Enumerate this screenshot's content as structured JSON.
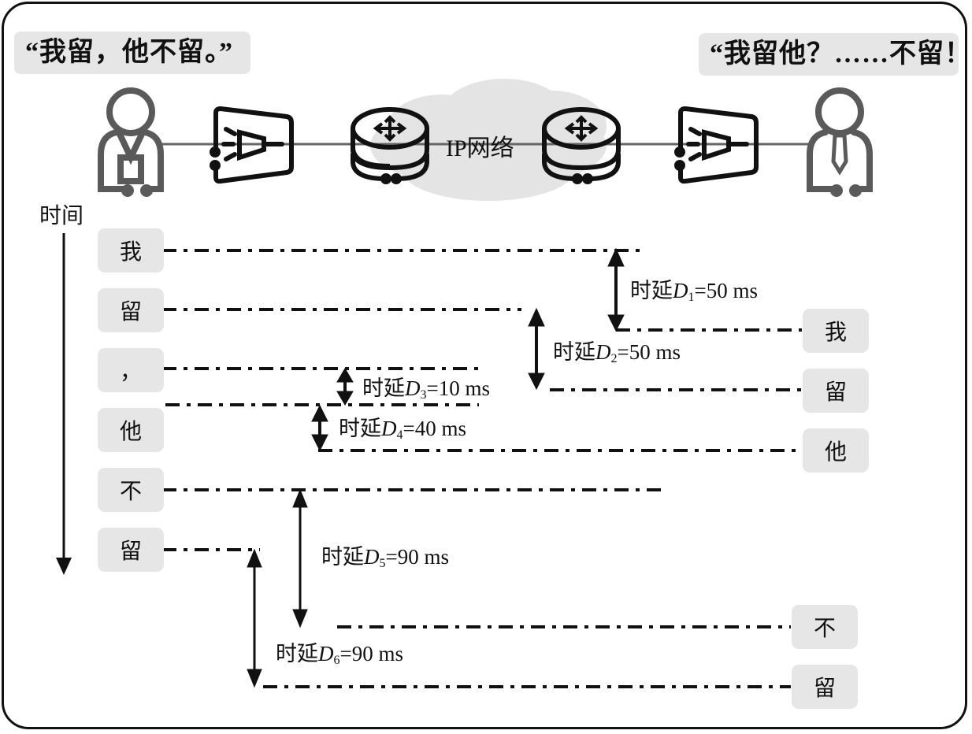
{
  "speech": {
    "sender_quote": "“我留，他不留。”",
    "receiver_quote": "“我留他？……不留！”"
  },
  "network": {
    "cloud_label": "IP网络",
    "icons": [
      "sender-person-icon",
      "sender-codec-icon",
      "router-icon",
      "router-icon",
      "receiver-codec-icon",
      "receiver-person-icon"
    ]
  },
  "axis": {
    "time_label": "时间"
  },
  "sent_words": [
    "我",
    "留",
    "，",
    "他",
    "不",
    "留"
  ],
  "received_words": [
    "我",
    "留",
    "他",
    "不",
    "留"
  ],
  "delays": [
    {
      "prefix": "时延",
      "var": "D",
      "sub": "1",
      "value": "=50 ms"
    },
    {
      "prefix": "时延",
      "var": "D",
      "sub": "2",
      "value": "=50 ms"
    },
    {
      "prefix": "时延",
      "var": "D",
      "sub": "3",
      "value": "=10 ms"
    },
    {
      "prefix": "时延",
      "var": "D",
      "sub": "4",
      "value": "=40 ms"
    },
    {
      "prefix": "时延",
      "var": "D",
      "sub": "5",
      "value": "=90 ms"
    },
    {
      "prefix": "时延",
      "var": "D",
      "sub": "6",
      "value": "=90 ms"
    }
  ],
  "colors": {
    "bubble_bg": "#e6e6e6",
    "person": "#5a5a5a",
    "cloud": "#e4e4e4",
    "line": "#111111"
  }
}
